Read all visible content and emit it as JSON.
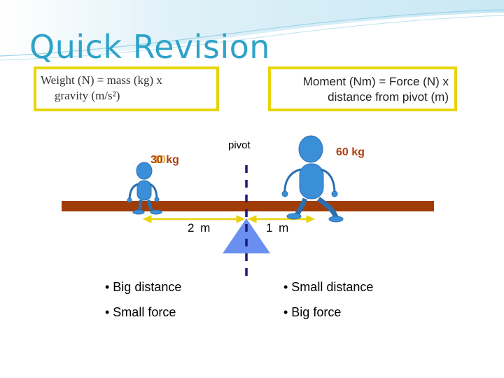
{
  "title": "Quick Revision",
  "formulas": {
    "weight_line1": "Weight (N) = mass (kg) x",
    "weight_line2": "gravity (m/s²)",
    "moment_line1": "Moment (Nm) = Force (N) x",
    "moment_line2": "distance from pivot (m)"
  },
  "diagram": {
    "pivot_label": "pivot",
    "left_mass": "30 kg",
    "left_mass_overlap": "10",
    "right_mass": "60 kg",
    "left_distance": "2 m",
    "right_distance": "1 m"
  },
  "bullets": {
    "left": [
      "• Big distance",
      "• Small force"
    ],
    "right": [
      "• Small distance",
      "• Big force"
    ]
  },
  "colors": {
    "title": "#2ea3c8",
    "box_border": "#e8d40c",
    "beam": "#a03c08",
    "figure": "#3a8fd8",
    "pivot": "#6a8ff0",
    "arrow": "#e8d40c",
    "mass_label": "#b04010",
    "overlap": "#e0a020"
  }
}
